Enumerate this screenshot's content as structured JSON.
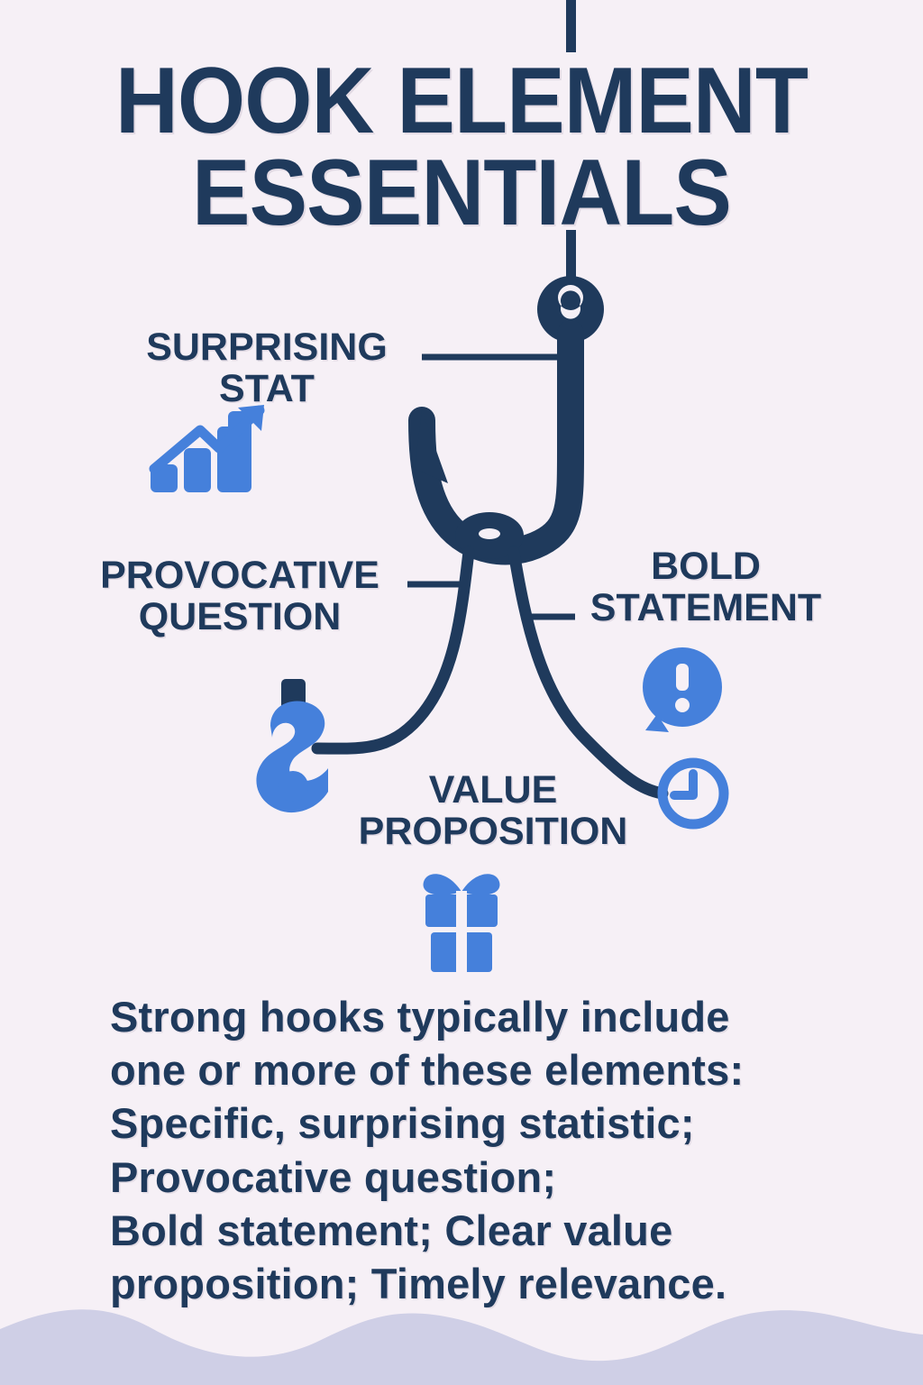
{
  "poster": {
    "title_line_1": "HOOK ELEMENT",
    "title_line_2": "ESSENTIALS",
    "background_color": "#F6F0F6",
    "navy_color": "#1F3A5C",
    "blue_color": "#4580DB",
    "wave_color": "#CFCFE6"
  },
  "labels": {
    "surprising_stat": "SURPRISING\nSTAT",
    "provocative_question": "PROVOCATIVE\nQUESTION",
    "bold_statement": "BOLD\nSTATEMENT",
    "value_proposition": "VALUE\nPROPOSITION"
  },
  "icons": {
    "stat": "bar-chart-growth-icon",
    "question": "question-mark-icon",
    "bold": "speech-bubble-exclamation-icon",
    "value": "gift-box-icon",
    "timely": "clock-icon",
    "hook": "fishing-hook-icon"
  },
  "body": {
    "paragraph": "Strong hooks typically include\none or more of these elements:\nSpecific, surprising statistic;\nProvocative question;\nBold statement; Clear value\nproposition; Timely relevance."
  }
}
